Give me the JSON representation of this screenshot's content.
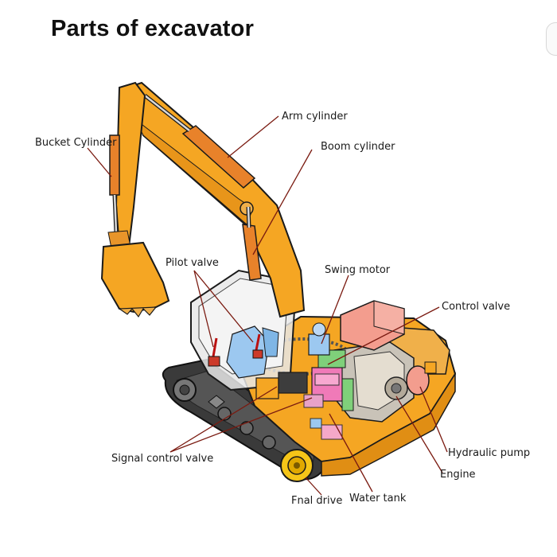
{
  "title": "Parts of excavator",
  "labels": {
    "arm_cylinder": "Arm cylinder",
    "bucket_cylinder": "Bucket Cylinder",
    "boom_cylinder": "Boom cylinder",
    "pilot_valve": "Pilot valve",
    "swing_motor": "Swing motor",
    "control_valve": "Control valve",
    "signal_control_valve": "Signal control valve",
    "hydraulic_pump": "Hydraulic pump",
    "engine": "Engine",
    "final_drive": "Fnal drive",
    "water_tank": "Water tank"
  },
  "colors": {
    "body": "#f5a623",
    "cylinder": "#e8822a",
    "leader_line": "#7a1a10",
    "cab_hydraulic": "#9cc8f0",
    "engine_block": "#f39d8e",
    "valve_block": "#7fd07a",
    "tank_block": "#f07ab8",
    "track": "#2c2c2c"
  }
}
